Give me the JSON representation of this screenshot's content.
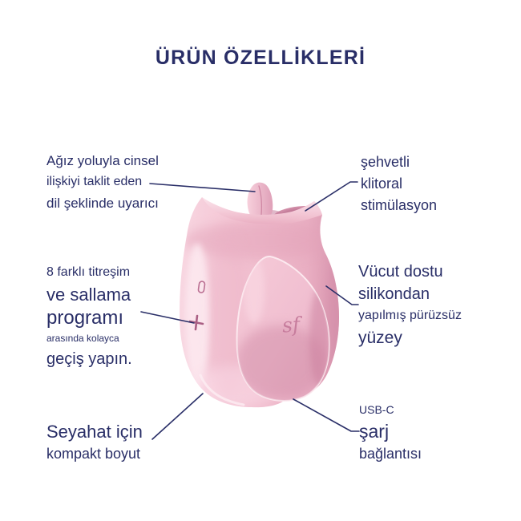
{
  "title": "ÜRÜN ÖZELLİKLERİ",
  "callouts": {
    "tongue": {
      "lines": [
        "Ağız yoluyla cinsel",
        "ilişkiyi taklit eden",
        "dil şeklinde uyarıcı"
      ]
    },
    "programs": {
      "lines": [
        "8 farklı titreşim",
        "ve sallama",
        "programı",
        "arasında kolayca",
        "geçiş yapın."
      ]
    },
    "travel": {
      "lines": [
        "Seyahat için",
        "kompakt boyut"
      ]
    },
    "clitoral": {
      "lines": [
        "şehvetli",
        "klitoral",
        "stimülasyon"
      ]
    },
    "silicone": {
      "lines": [
        "Vücut dostu",
        "silikondan",
        "yapılmış pürüzsüz",
        "yüzey"
      ]
    },
    "usb": {
      "lines": [
        "USB-C",
        "şarj",
        "bağlantısı"
      ]
    }
  },
  "product": {
    "logo": "sf"
  },
  "colors": {
    "text_navy": "#292e67",
    "connector_navy": "#292e67",
    "pink_light": "#f9dce6",
    "pink_base": "#f3c3d2",
    "pink_shadow": "#d996af",
    "pink_deep": "#c47b98",
    "cavity_dark": "#b96f8f"
  }
}
